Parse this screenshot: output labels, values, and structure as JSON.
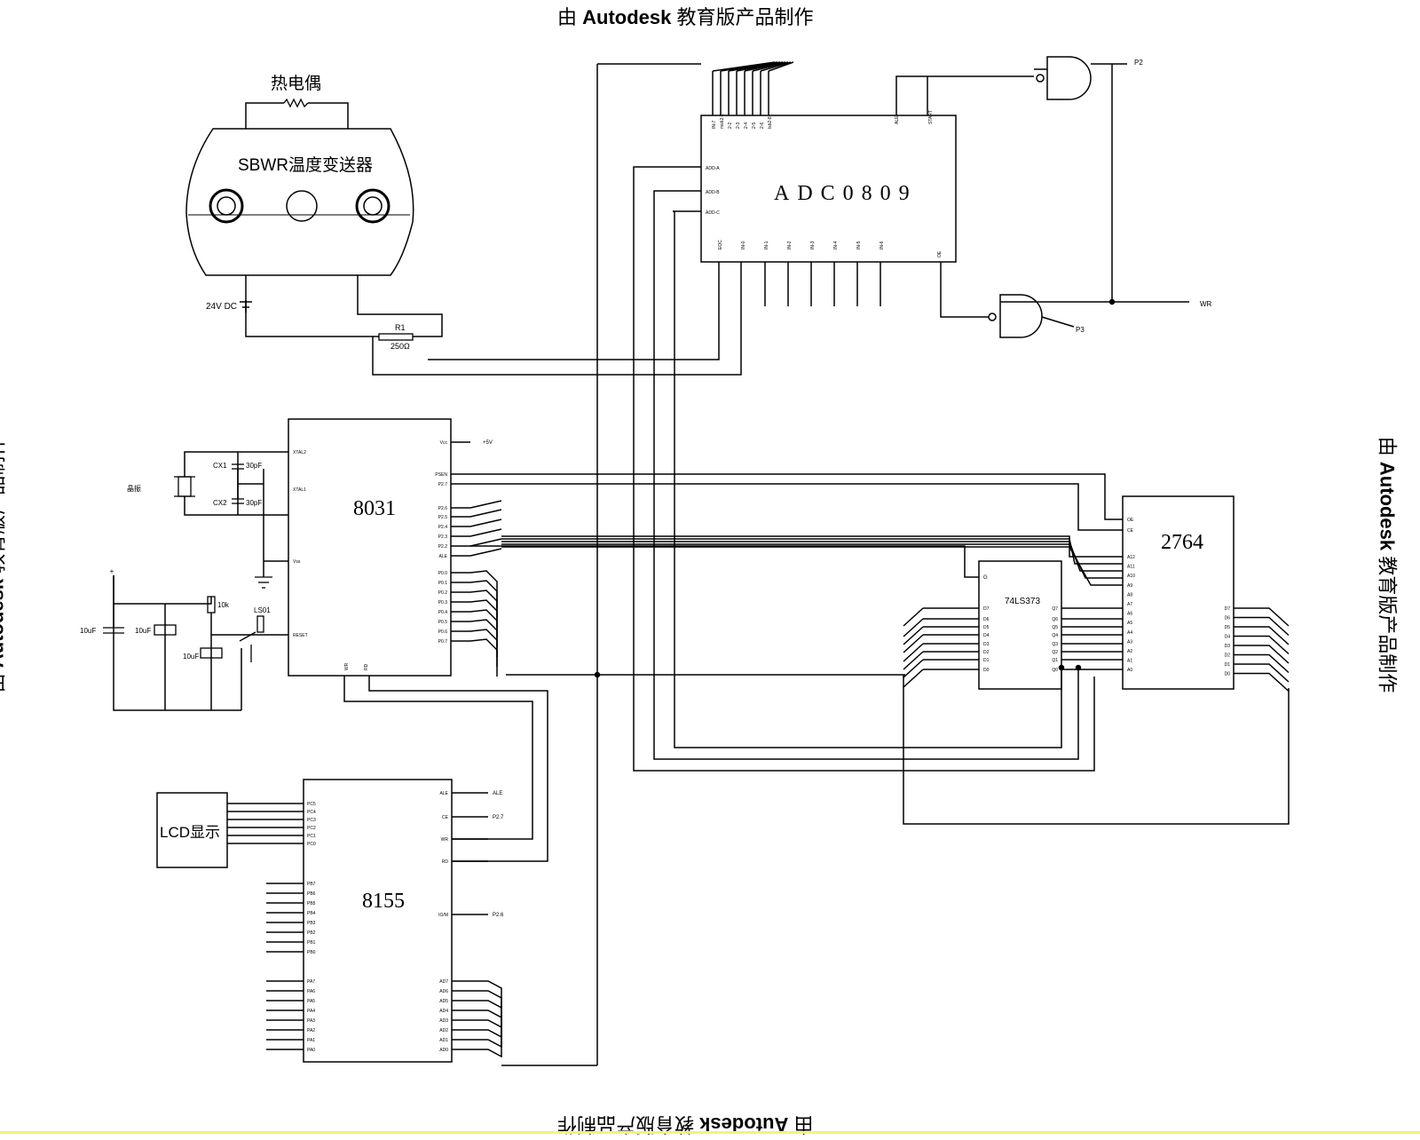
{
  "watermark": {
    "prefix": "由",
    "brand": "Autodesk",
    "suffix": "教育版产品制作"
  },
  "transmitter": {
    "sensor_label": "热电偶",
    "title": "SBWR温度变送器",
    "supply_label": "24V DC",
    "resistor_name": "R1",
    "resistor_value": "250Ω"
  },
  "chips": {
    "adc": "ADC0809",
    "mcu": "8031",
    "latch": "74LS373",
    "eprom": "2764",
    "io": "8155"
  },
  "lcd": {
    "label": "LCD显示"
  },
  "oscillator": {
    "crystal_label": "晶振",
    "cap1_name": "CX1",
    "cap2_name": "CX2",
    "cap_value": "30pF"
  },
  "reset": {
    "cap1": "10uF",
    "cap2": "10uF",
    "cap3": "10uF",
    "res": "10k",
    "res2": "LS01"
  },
  "adc_pins_top": [
    "IN-7",
    "msb2-1",
    "2-2",
    "2-3",
    "2-4",
    "2-5",
    "2-6",
    "lsb2-8"
  ],
  "adc_pins_left": [
    "ADD-A",
    "ADD-B",
    "ADD-C"
  ],
  "adc_pins_bottom": [
    "EOC",
    "IN-0",
    "IN-1",
    "IN-2",
    "IN-3",
    "IN-4",
    "IN-5",
    "IN-6"
  ],
  "adc_pins_ctrl": [
    "ALE",
    "START",
    "OE"
  ],
  "mcu_pins_left": [
    "XTAL2",
    "XTAL1",
    "Vss",
    "RESET"
  ],
  "mcu_pins_right": [
    "Vcc",
    "PSEN",
    "P2.7",
    "P2.6",
    "P2.5",
    "P2.4",
    "P2.3",
    "P2.2",
    "ALE",
    "P0.0",
    "P0.1",
    "P0.2",
    "P0.3",
    "P0.4",
    "P0.5",
    "P0.6",
    "P0.7"
  ],
  "mcu_vcc": "+5V",
  "mcu_bottom": [
    "WR",
    "RD"
  ],
  "io_pins_right": [
    "ALE",
    "CE",
    "WR",
    "RD",
    "IO/M"
  ],
  "io_right_nets": [
    "ALE",
    "P2.7",
    "",
    "",
    "P2.6"
  ],
  "io_pins_pc": [
    "PC5",
    "PC4",
    "PC3",
    "PC2",
    "PC1",
    "PC0"
  ],
  "io_pins_pb": [
    "PB7",
    "PB6",
    "PB5",
    "PB4",
    "PB3",
    "PB2",
    "PB1",
    "PB0"
  ],
  "io_pins_pa": [
    "PA7",
    "PA6",
    "PA5",
    "PA4",
    "PA3",
    "PA2",
    "PA1",
    "PA0"
  ],
  "io_pins_ad": [
    "AD7",
    "AD6",
    "AD5",
    "AD4",
    "AD3",
    "AD2",
    "AD1",
    "AD0"
  ],
  "latch_pins_left": [
    "D7",
    "D6",
    "D5",
    "D4",
    "D3",
    "D2",
    "D1",
    "D0"
  ],
  "latch_pins_right": [
    "Q7",
    "Q6",
    "Q5",
    "Q4",
    "Q3",
    "Q2",
    "Q1",
    "Q0"
  ],
  "latch_g": "G",
  "eprom_pins_ctrl": [
    "OE",
    "CE"
  ],
  "eprom_pins_addr": [
    "A12",
    "A11",
    "A10",
    "A9",
    "A8",
    "A7",
    "A6",
    "A5",
    "A4",
    "A3",
    "A2",
    "A1",
    "A0"
  ],
  "eprom_pins_data": [
    "D7",
    "D6",
    "D5",
    "D4",
    "D3",
    "D2",
    "D1",
    "D0"
  ],
  "gate_labels": [
    "P2",
    "WR",
    "P3"
  ]
}
